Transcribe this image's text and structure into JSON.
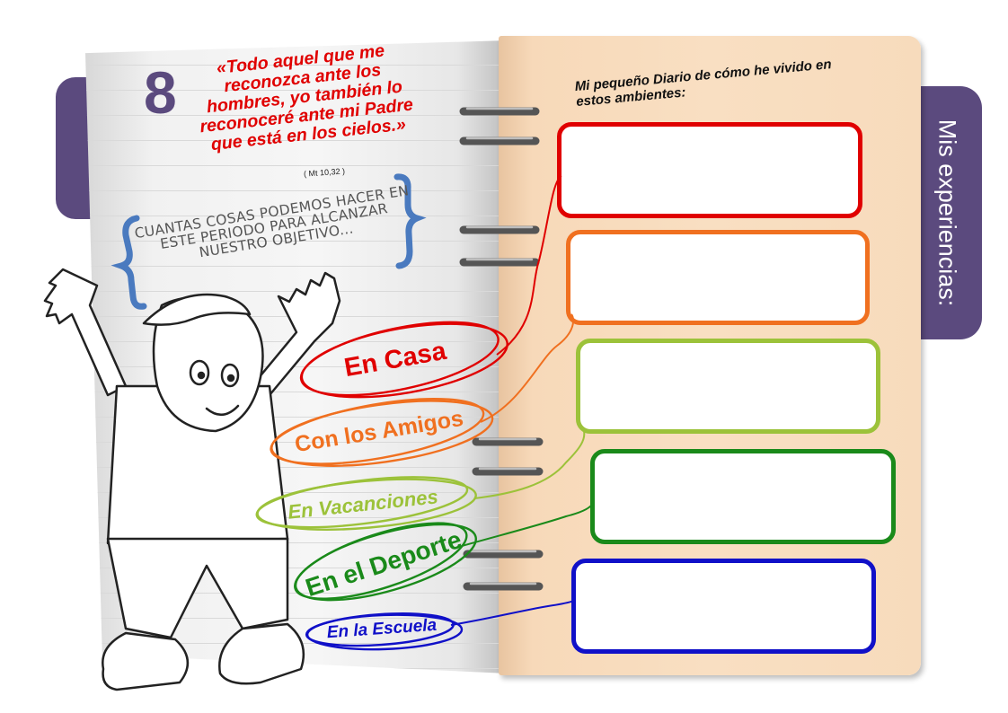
{
  "chapter_number": "8",
  "quote": {
    "text": "«Todo aquel que me reconozca ante los hombres, yo también lo reconoceré ante mi Padre que está en los cielos.»",
    "citation": "( Mt 10,32 )"
  },
  "question": "CUANTAS COSAS PODEMOS HACER EN ESTE PERIODO PARA ALCANZAR NUESTRO OBJETIVO...",
  "diary_title": "Mi pequeño Diario de cómo he vivido en estos ambientes:",
  "side_tab": "Mis experiencias:",
  "environments": [
    {
      "label": "En Casa",
      "color": "#e00000"
    },
    {
      "label": "Con los Amigos",
      "color": "#f07020"
    },
    {
      "label": "En Vacanciones",
      "color": "#9cc23a"
    },
    {
      "label": "En el Deporte",
      "color": "#1a8a1a"
    },
    {
      "label": "En la Escuela",
      "color": "#1010c8"
    }
  ],
  "colors": {
    "tab_purple": "#5b4a7e",
    "brace_blue": "#4a7abf",
    "quote_red": "#e00000",
    "page_paper": "#f9dfc2"
  },
  "icons": {
    "character": "cartoon-boy-jumping",
    "binding": "spiral-rings"
  }
}
